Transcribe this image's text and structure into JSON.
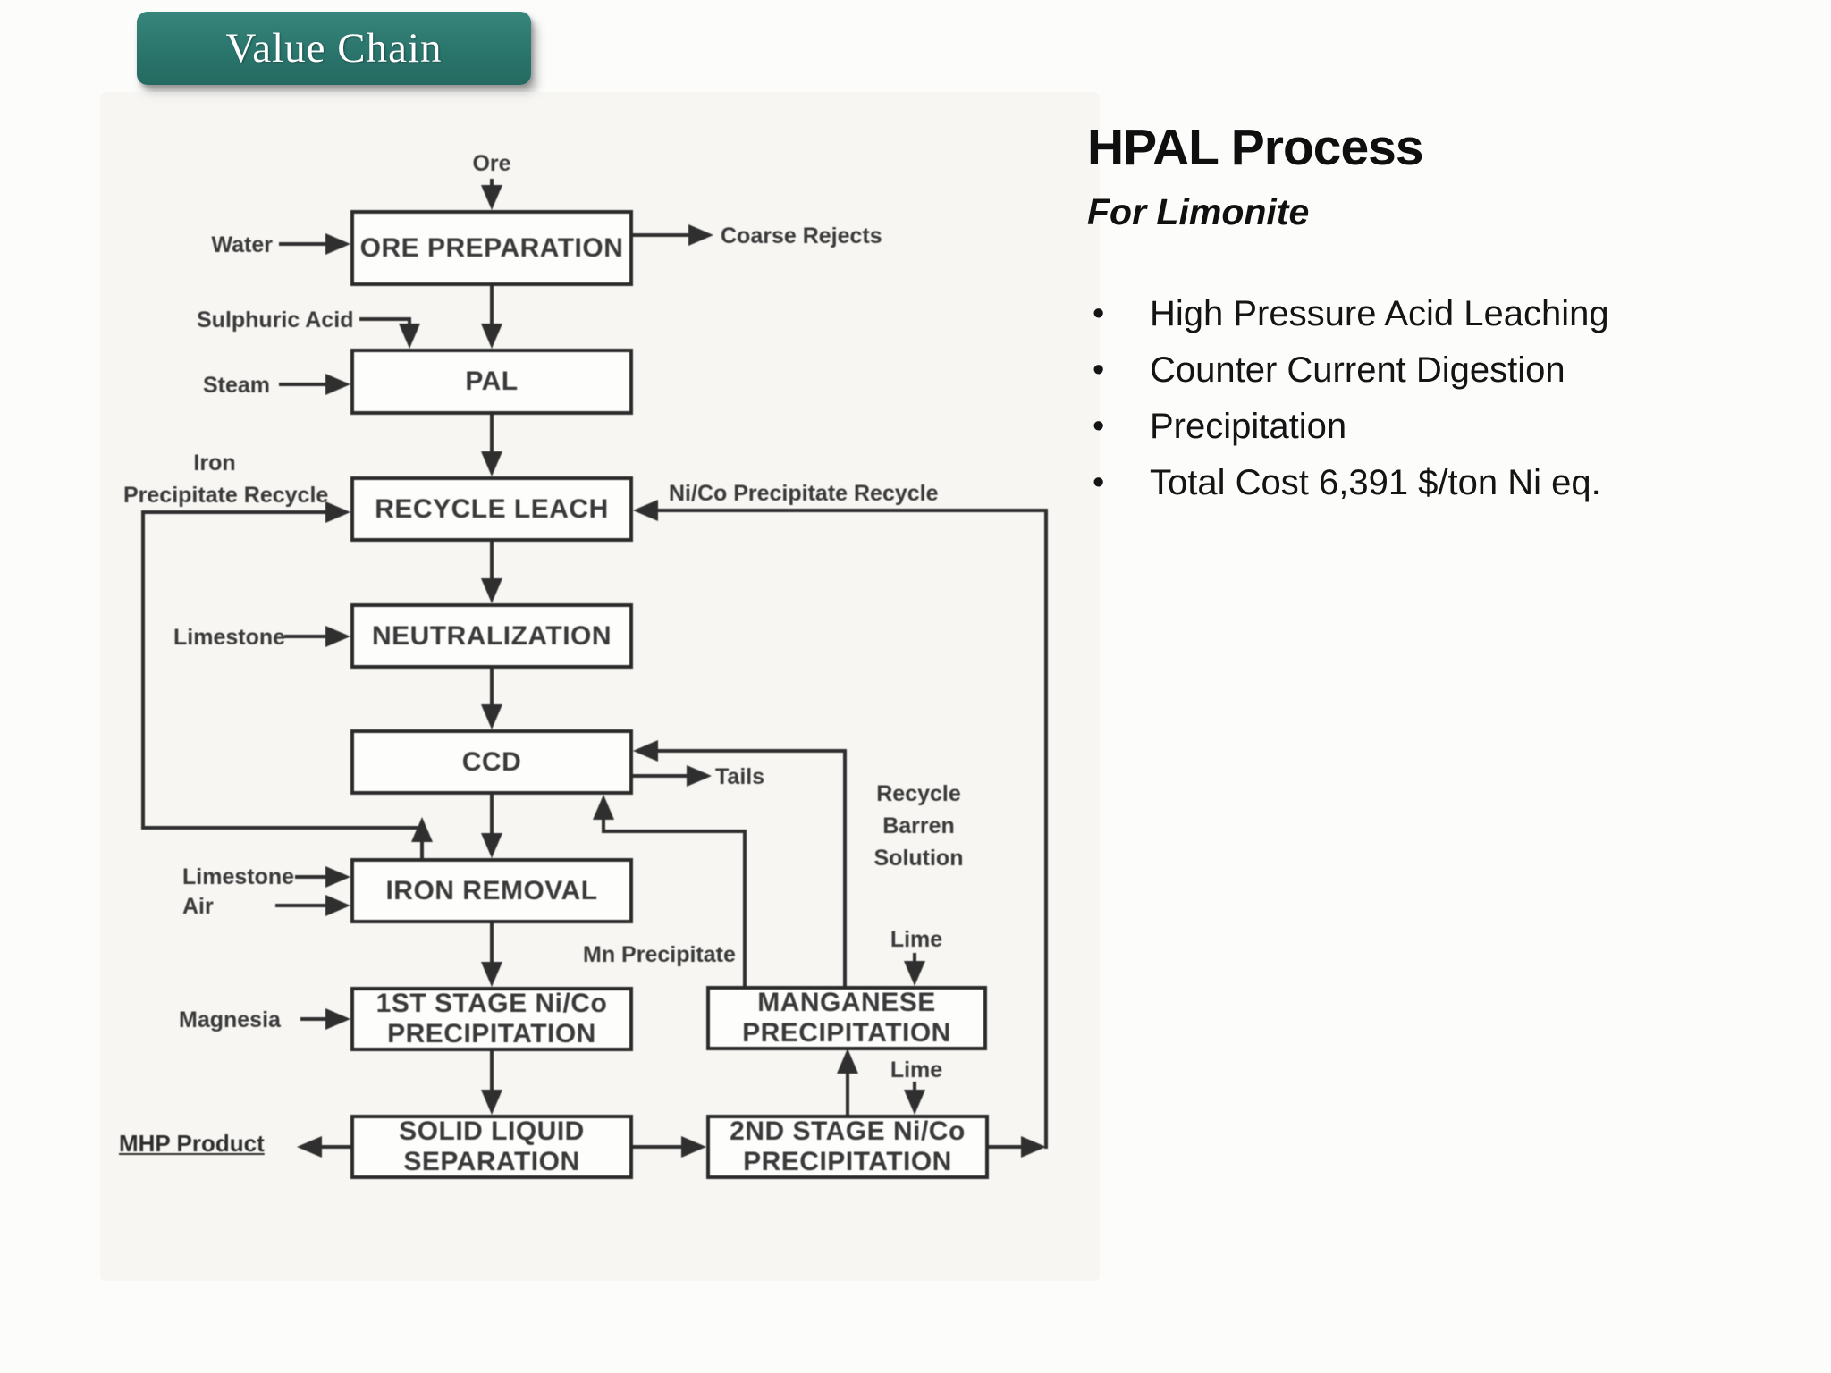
{
  "slide": {
    "badge_label": "Value Chain",
    "info_panel": {
      "title": "HPAL Process",
      "subtitle": "For Limonite",
      "bullets": [
        "High Pressure Acid Leaching",
        "Counter Current Digestion",
        "Precipitation",
        "Total Cost 6,391 $/ton Ni eq."
      ]
    },
    "colors": {
      "badge_teal": "#2b766d",
      "diagram_ink": "#2f2f2f"
    }
  },
  "flowchart": {
    "boxes": {
      "ore_preparation": "ORE PREPARATION",
      "pal": "PAL",
      "recycle_leach": "RECYCLE LEACH",
      "neutralization": "NEUTRALIZATION",
      "ccd": "CCD",
      "iron_removal": "IRON REMOVAL",
      "first_stage_line1": "1ST STAGE Ni/Co",
      "first_stage_line2": "PRECIPITATION",
      "manganese_line1": "MANGANESE",
      "manganese_line2": "PRECIPITATION",
      "solid_liquid_line1": "SOLID LIQUID",
      "solid_liquid_line2": "SEPARATION",
      "second_stage_line1": "2ND STAGE Ni/Co",
      "second_stage_line2": "PRECIPITATION"
    },
    "stream_labels": {
      "ore": "Ore",
      "water": "Water",
      "coarse_rejects": "Coarse Rejects",
      "sulphuric_acid": "Sulphuric Acid",
      "steam": "Steam",
      "iron_recycle_line1": "Iron",
      "iron_recycle_line2": "Precipitate Recycle",
      "nico_recycle": "Ni/Co Precipitate Recycle",
      "limestone_neutralization": "Limestone",
      "tails": "Tails",
      "recycle_barren_line1": "Recycle",
      "recycle_barren_line2": "Barren",
      "recycle_barren_line3": "Solution",
      "limestone_iron_removal": "Limestone",
      "air": "Air",
      "mn_precipitate": "Mn Precipitate",
      "lime_manganese": "Lime",
      "magnesia": "Magnesia",
      "lime_second_stage": "Lime",
      "mhp_product": "MHP Product"
    }
  }
}
